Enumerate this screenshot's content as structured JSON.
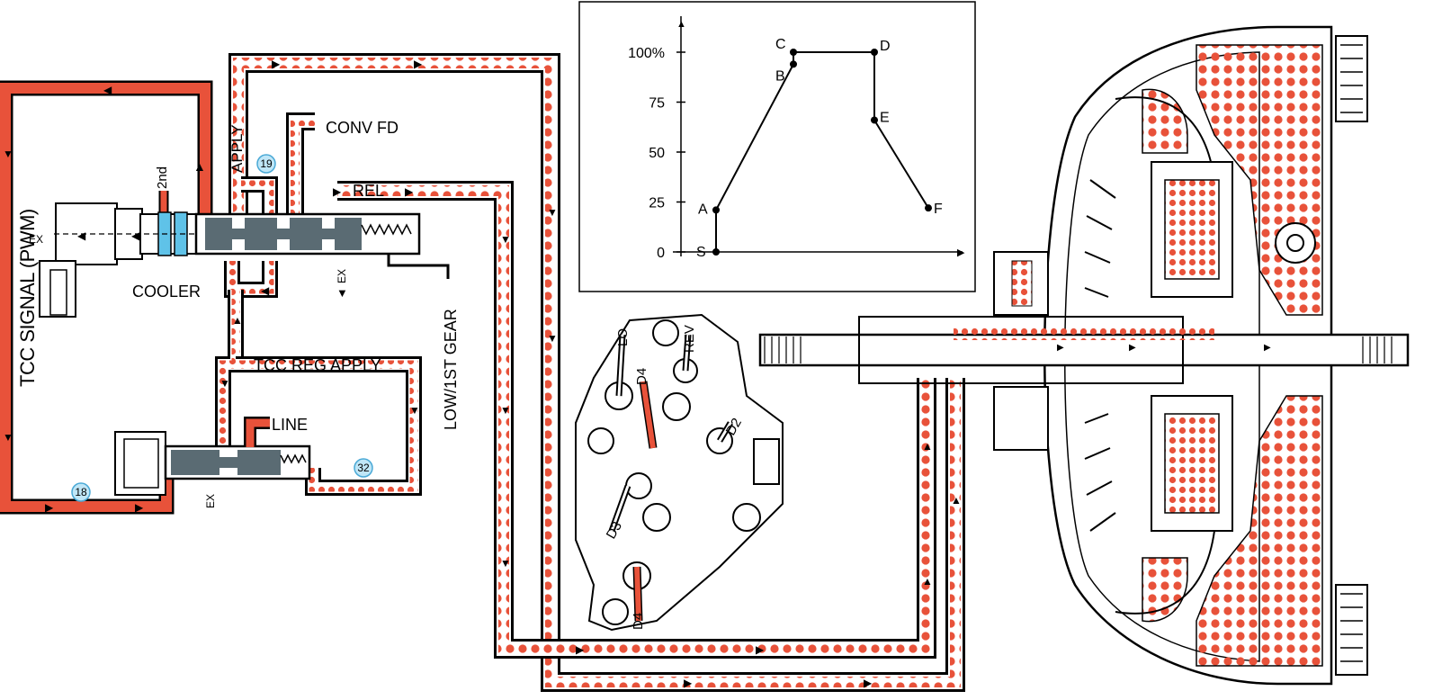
{
  "hydraulic_labels": {
    "tcc_signal": "TCC SIGNAL (PWM)",
    "second": "2nd",
    "apply": "APPLY",
    "conv_fd": "CONV FD",
    "rel": "REL",
    "cooler": "COOLER",
    "tcc_reg_apply": "TCC REG APPLY",
    "line": "LINE",
    "low_1st_gear": "LOW/1ST GEAR",
    "ex_solenoid": "EX",
    "ex_valve": "EX",
    "ex_reg": "EX"
  },
  "orifices": {
    "o18": "18",
    "o19": "19",
    "o32": "32"
  },
  "switch_labels": {
    "lo": "LO",
    "rev": "REV",
    "d4_top": "D4",
    "d2": "D2",
    "d3": "D3",
    "d4_bottom": "D4"
  },
  "colors": {
    "fluid": "#e8523a",
    "valve": "#5a6b73",
    "blue": "#5fc2e8"
  },
  "chart_data": {
    "type": "line",
    "title": "",
    "xlabel": "",
    "ylabel": "",
    "yticks": [
      "0",
      "25",
      "50",
      "75",
      "100%"
    ],
    "ylim": [
      0,
      100
    ],
    "series": [
      {
        "name": "",
        "points": [
          {
            "label": "S",
            "y": 0
          },
          {
            "label": "A",
            "y": 21
          },
          {
            "label": "B",
            "y": 94
          },
          {
            "label": "C",
            "y": 100
          },
          {
            "label": "D",
            "y": 100
          },
          {
            "label": "E",
            "y": 66
          },
          {
            "label": "F",
            "y": 22
          }
        ]
      }
    ]
  }
}
